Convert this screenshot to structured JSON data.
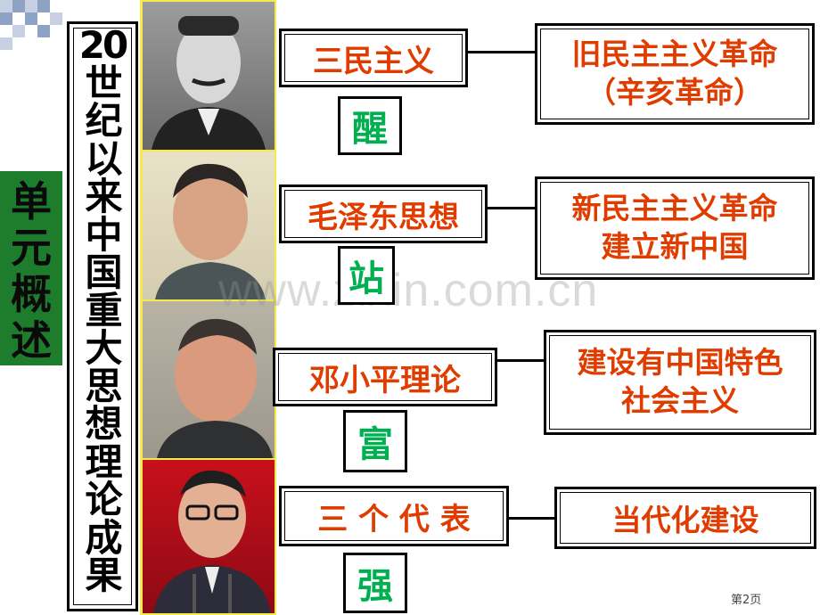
{
  "sidebar_title": "单元概述",
  "main_title_chars": [
    "20",
    "世",
    "纪",
    "以",
    "来",
    "中",
    "国",
    "重",
    "大",
    "思",
    "想",
    "理",
    "论",
    "成",
    "果"
  ],
  "theories": [
    {
      "name": "三民主义",
      "keyword": "醒",
      "result_lines": [
        "旧民主主义革命",
        "（辛亥革命）"
      ],
      "portrait": "sun-yat-sen-portrait"
    },
    {
      "name": "毛泽东思想",
      "keyword": "站",
      "result_lines": [
        "新民主主义革命",
        "建立新中国"
      ],
      "portrait": "mao-zedong-portrait"
    },
    {
      "name": "邓小平理论",
      "keyword": "富",
      "result_lines": [
        "建设有中国特色",
        "社会主义"
      ],
      "portrait": "deng-xiaoping-portrait"
    },
    {
      "name": "三 个 代 表",
      "keyword": "强",
      "result_lines": [
        "当代化建设"
      ],
      "portrait": "jiang-zemin-portrait"
    }
  ],
  "watermark": "www.zixin.com.cn",
  "page_number": "第2页",
  "colors": {
    "accent_green": "#00b050",
    "sidebar_bg": "#1e7d2c",
    "text_red": "#e03c00",
    "deco_blue": "#8ea2c6"
  }
}
